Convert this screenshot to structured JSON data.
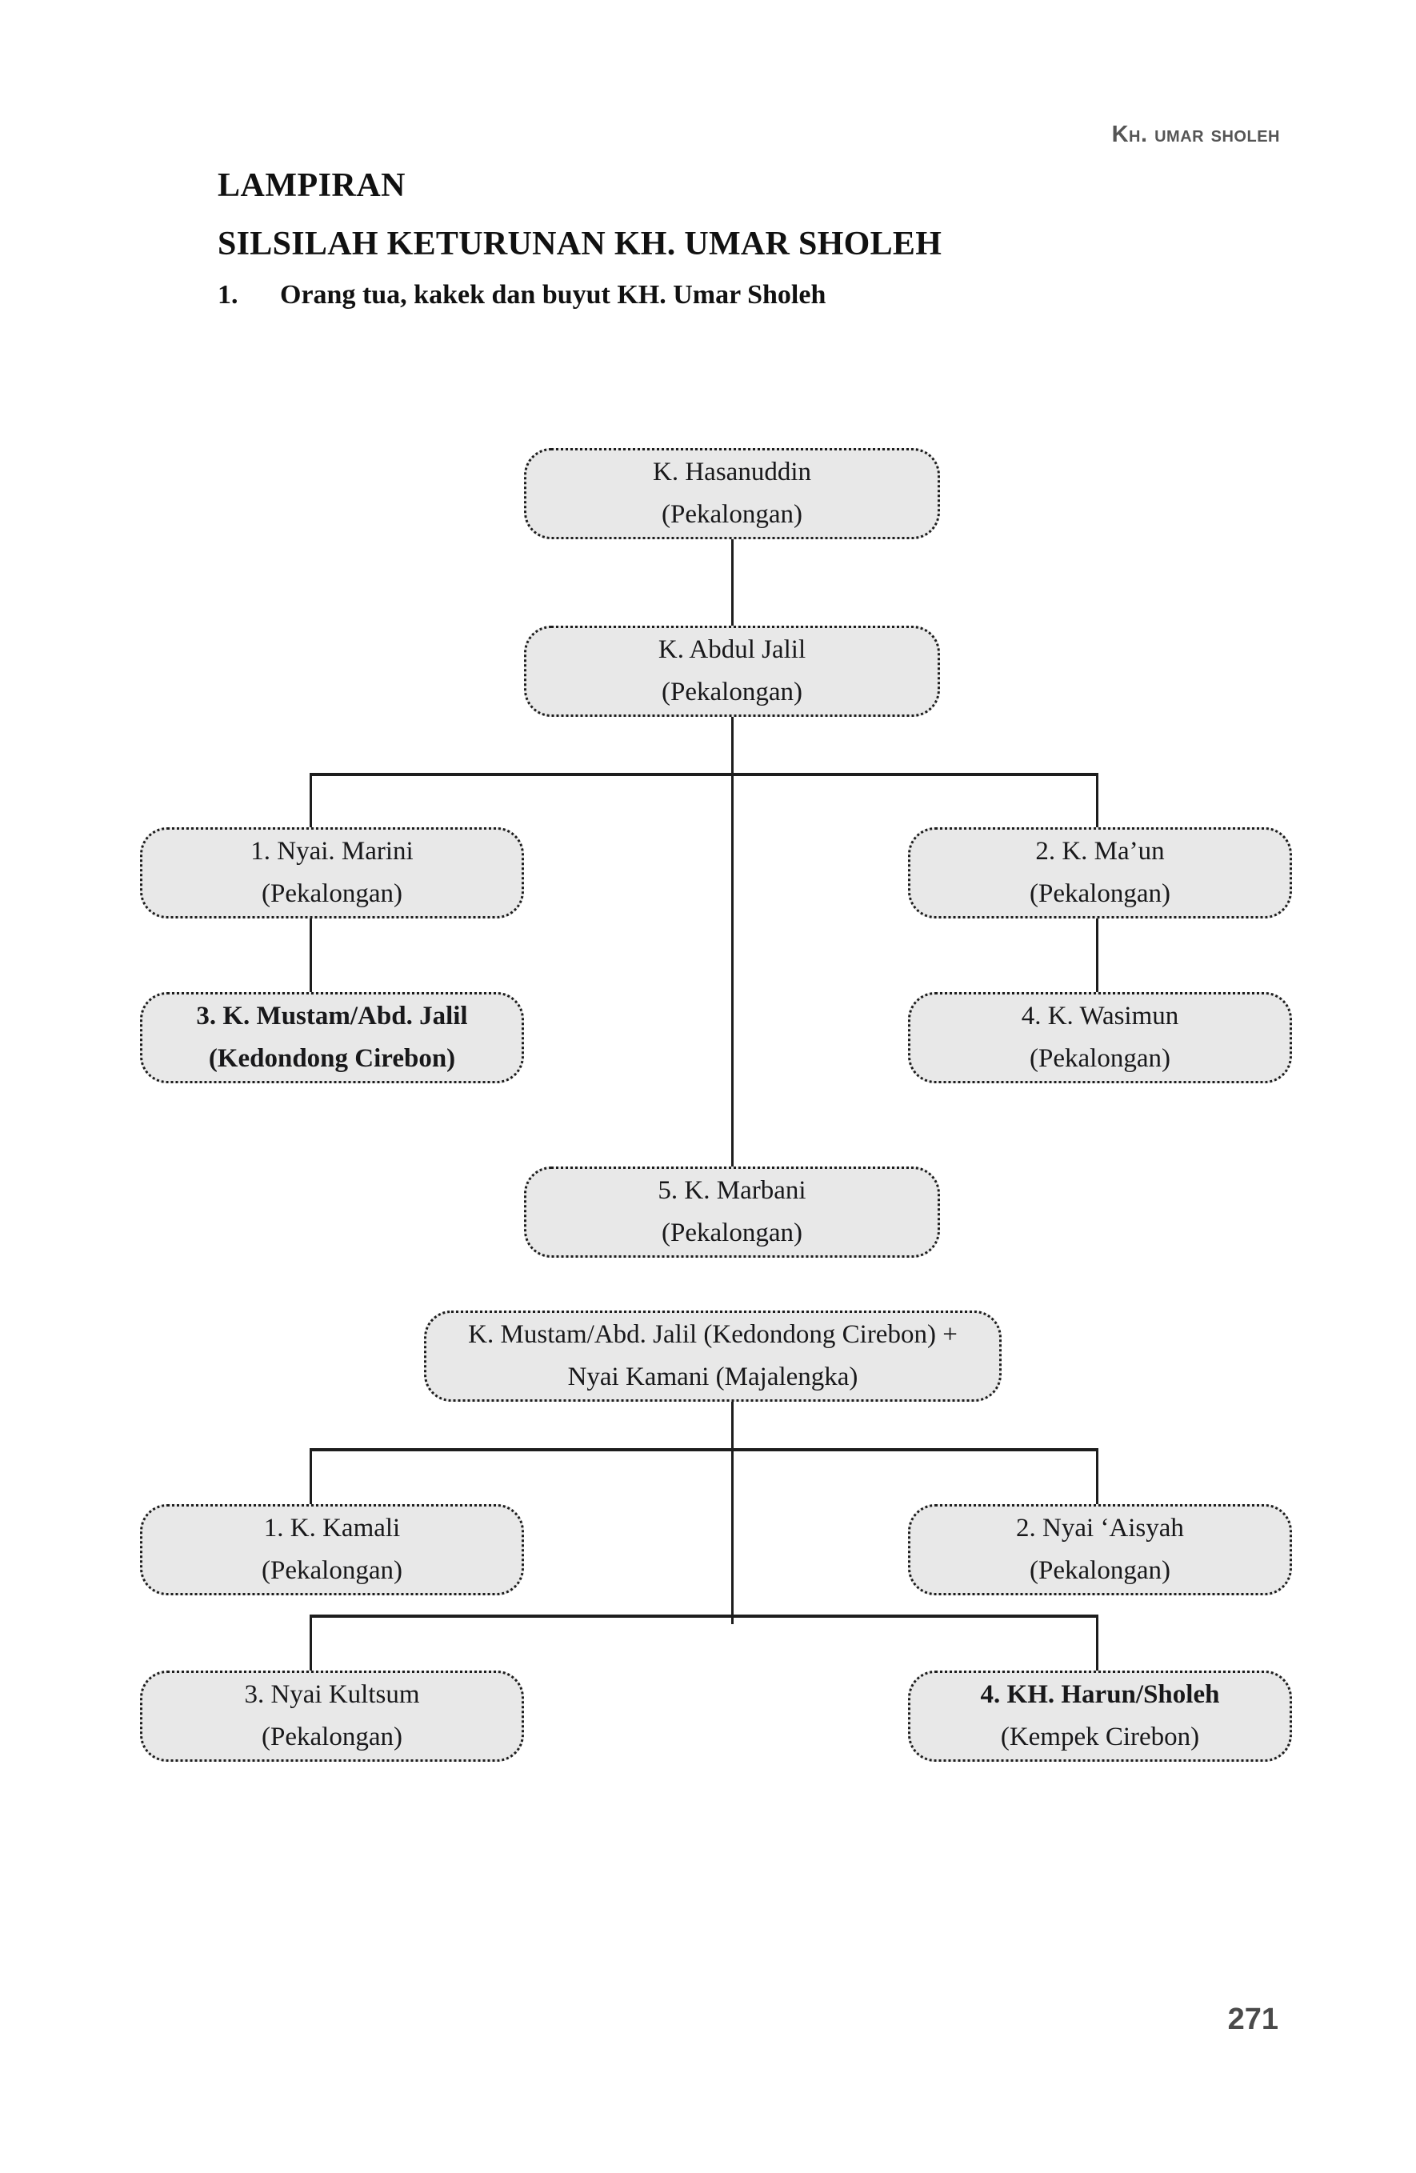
{
  "running_head": "KH. Umar Sholeh",
  "headings": {
    "lampiran": "LAMPIRAN",
    "silsilah": "SILSILAH KETURUNAN KH. UMAR SHOLEH",
    "section_number": "1.",
    "section_title": "Orang tua, kakek dan buyut KH. Umar Sholeh"
  },
  "page_number": "271",
  "colors": {
    "node_fill": "#e8e8e8",
    "node_border": "#1d1d1d",
    "line": "#1d1d1d",
    "running_head_text": "#555555",
    "page_number_text": "#4a4a4a",
    "body_text": "#18181a",
    "page_background": "#ffffff"
  },
  "chart_data": {
    "type": "diagram",
    "diagram_kind": "genealogy-tree",
    "title": "SILSILAH KETURUNAN KH. UMAR SHOLEH",
    "subtitle": "1. Orang tua, kakek dan buyut KH. Umar Sholeh",
    "nodes": [
      {
        "id": "n1",
        "name": "K. Hasanuddin",
        "place": "(Pekalongan)",
        "bold": false,
        "generation": 1
      },
      {
        "id": "n2",
        "name": "K. Abdul Jalil",
        "place": "(Pekalongan)",
        "bold": false,
        "generation": 2
      },
      {
        "id": "n3",
        "name": "1. Nyai. Marini",
        "place": "(Pekalongan)",
        "bold": false,
        "generation": 3
      },
      {
        "id": "n4",
        "name": "2. K. Ma’un",
        "place": "(Pekalongan)",
        "bold": false,
        "generation": 3
      },
      {
        "id": "n5",
        "name": "3. K. Mustam/Abd. Jalil",
        "place": "(Kedondong Cirebon)",
        "bold": true,
        "generation": 3
      },
      {
        "id": "n6",
        "name": "4. K. Wasimun",
        "place": "(Pekalongan)",
        "bold": false,
        "generation": 3
      },
      {
        "id": "n7",
        "name": "5. K. Marbani",
        "place": "(Pekalongan)",
        "bold": false,
        "generation": 3
      },
      {
        "id": "n8",
        "name": "K. Mustam/Abd. Jalil (Kedondong Cirebon) +",
        "place": "Nyai Kamani (Majalengka)",
        "bold": false,
        "generation": 4
      },
      {
        "id": "n9",
        "name": "1. K. Kamali",
        "place": "(Pekalongan)",
        "bold": false,
        "generation": 5
      },
      {
        "id": "n10",
        "name": "2. Nyai  ‘Aisyah",
        "place": "(Pekalongan)",
        "bold": false,
        "generation": 5
      },
      {
        "id": "n11",
        "name": "3. Nyai Kultsum",
        "place": "(Pekalongan)",
        "bold": false,
        "generation": 5
      },
      {
        "id": "n12",
        "name": "4. KH. Harun/Sholeh",
        "place": "(Kempek Cirebon)",
        "bold_first_line": true,
        "generation": 5
      }
    ],
    "edges": [
      {
        "from": "n1",
        "to": "n2"
      },
      {
        "from": "n2",
        "to": "n3"
      },
      {
        "from": "n2",
        "to": "n4"
      },
      {
        "from": "n2",
        "to": "n7"
      },
      {
        "from": "n3",
        "to": "n5"
      },
      {
        "from": "n4",
        "to": "n6"
      },
      {
        "from": "n8",
        "to": "n9"
      },
      {
        "from": "n8",
        "to": "n10"
      },
      {
        "from": "n8",
        "to": "n11"
      },
      {
        "from": "n8",
        "to": "n12"
      }
    ]
  }
}
